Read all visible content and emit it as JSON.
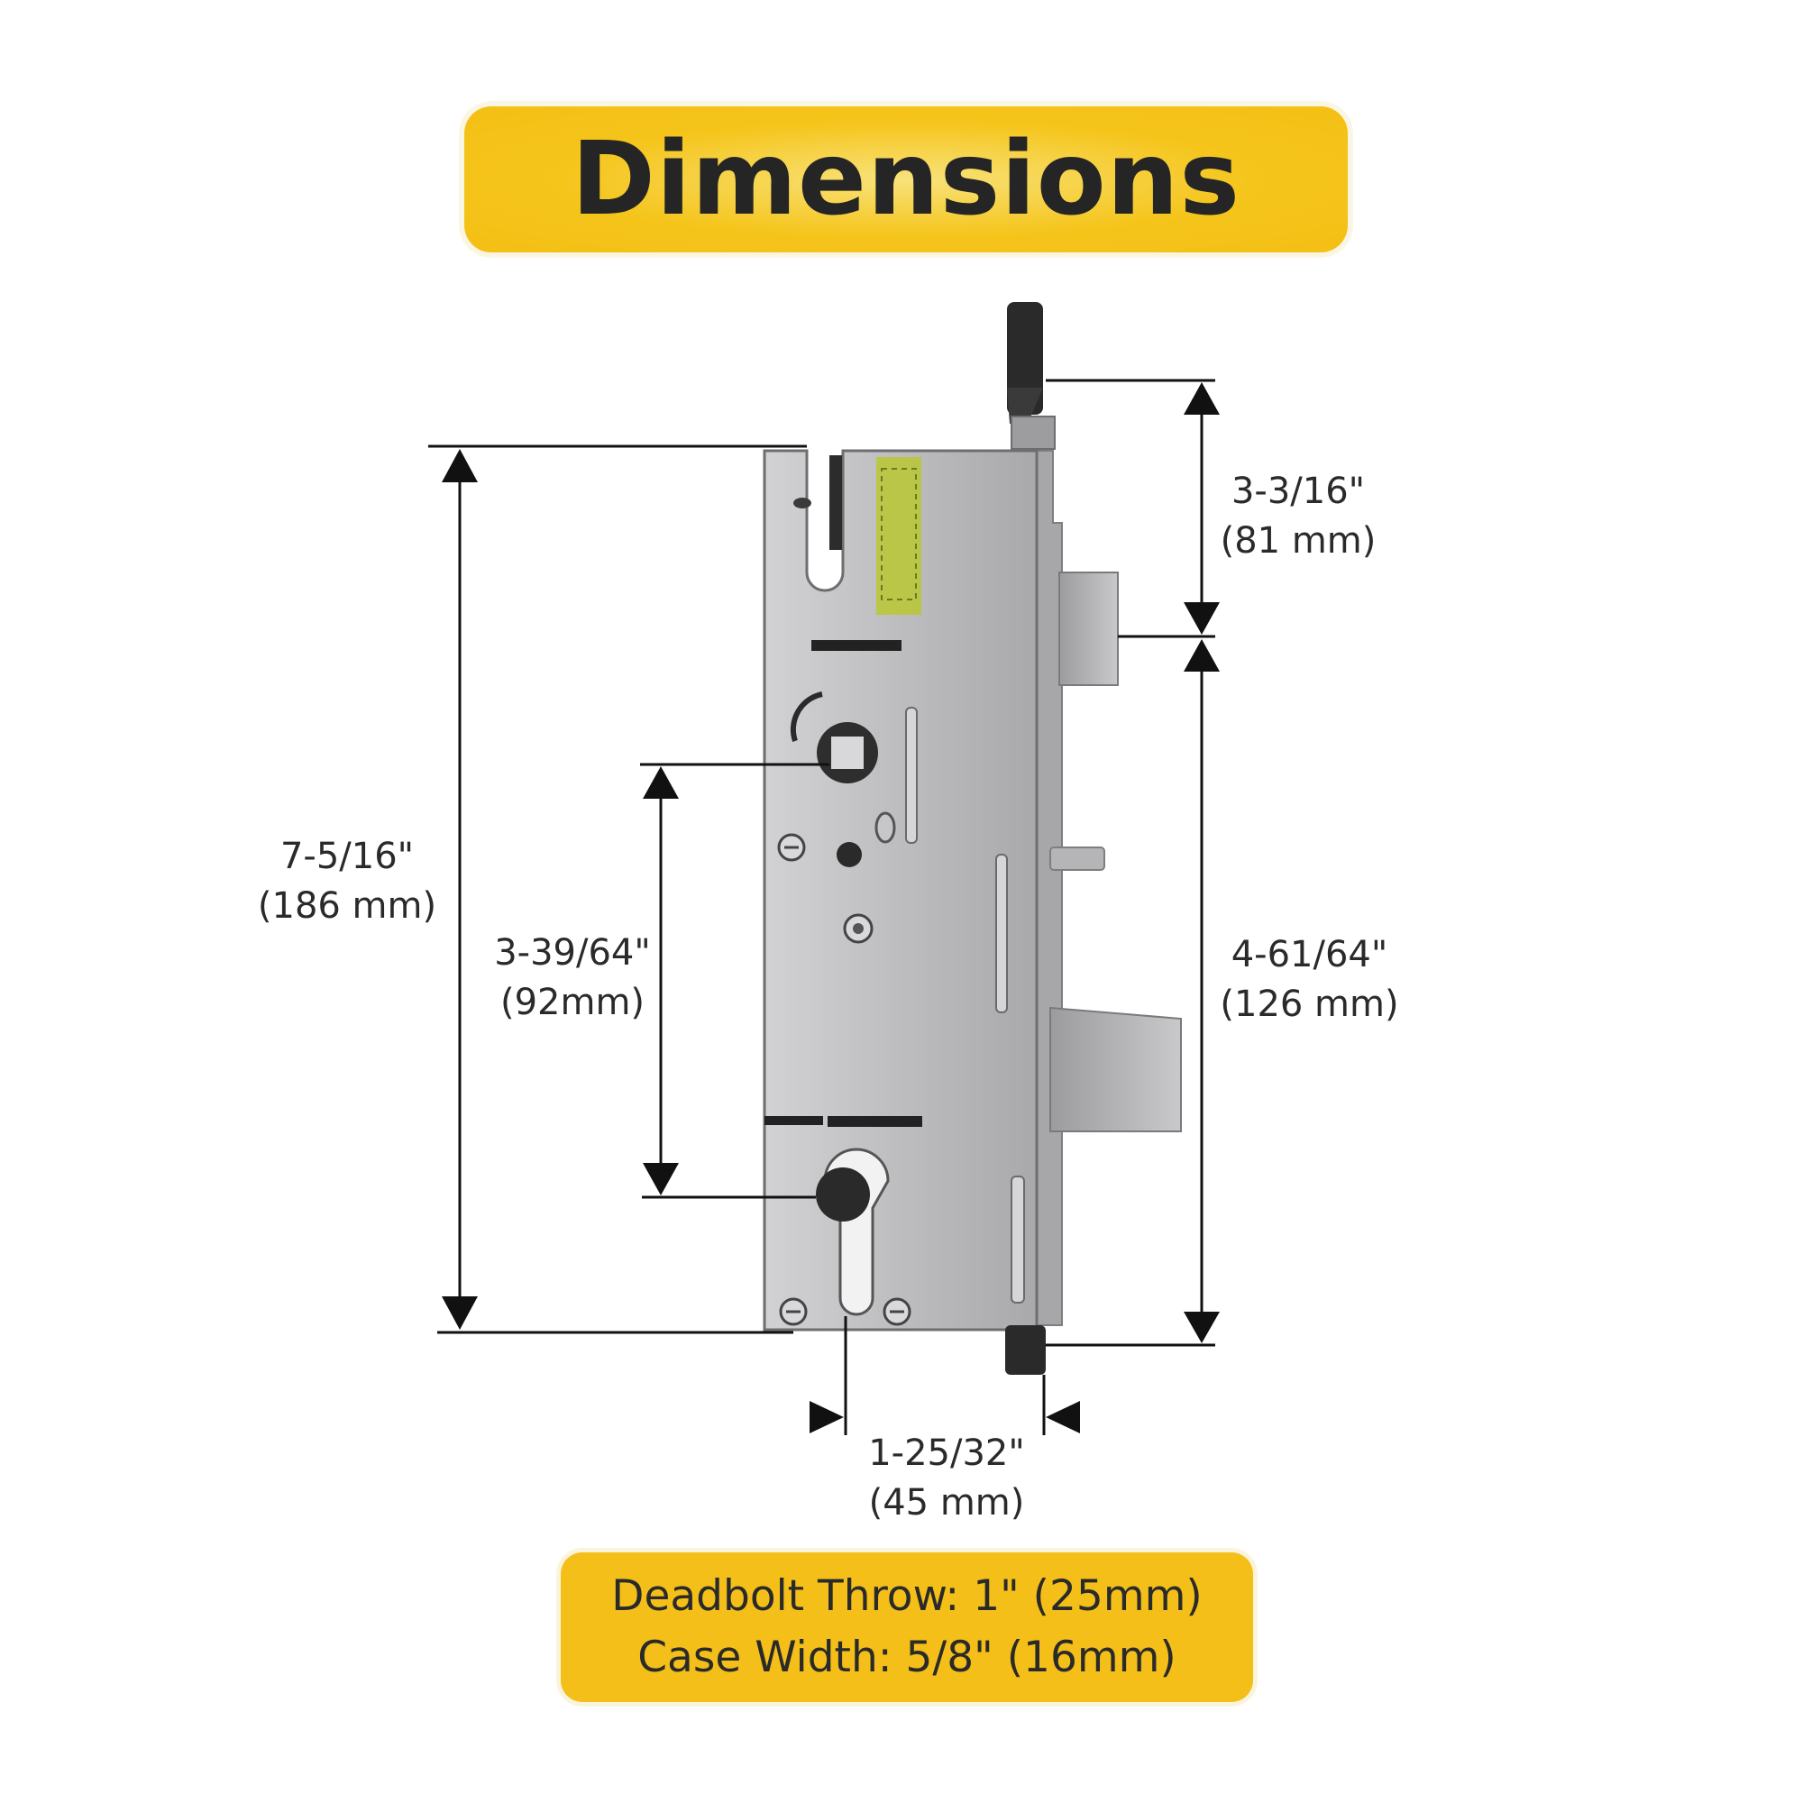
{
  "header": {
    "title": "Dimensions"
  },
  "dimensions": {
    "overall_height": {
      "imperial": "7-5/16\"",
      "metric": "(186 mm)"
    },
    "spindle_to_cylinder": {
      "imperial": "3-39/64\"",
      "metric": "(92mm)"
    },
    "top_to_deadbolt": {
      "imperial": "3-3/16\"",
      "metric": "(81 mm)"
    },
    "deadbolt_to_bottom": {
      "imperial": "4-61/64\"",
      "metric": "(126 mm)"
    },
    "backset": {
      "imperial": "1-25/32\"",
      "metric": "(45 mm)"
    }
  },
  "specs": {
    "deadbolt_throw": "Deadbolt Throw: 1\" (25mm)",
    "case_width": "Case Width: 5/8\" (16mm)"
  },
  "colors": {
    "accent": "#f4bf18",
    "line": "#111111",
    "plate": "#b9b9bb",
    "plate_dark": "#8e8e90",
    "text": "#2a2a2a"
  }
}
